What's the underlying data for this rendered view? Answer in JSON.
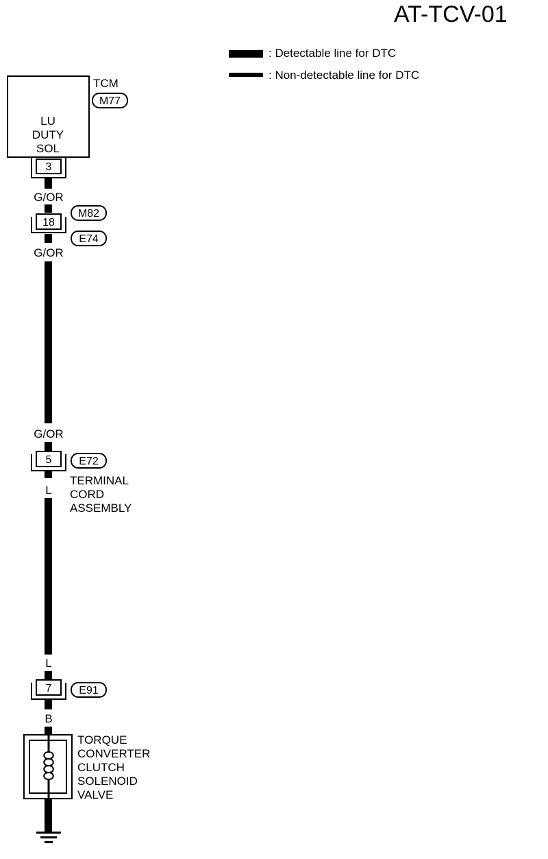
{
  "title": "AT-TCV-01",
  "legend": {
    "detectable": ": Detectable line for DTC",
    "non_detectable": ": Non-detectable line for DTC"
  },
  "tcm": {
    "name": "TCM",
    "connector": "M77",
    "terminal_label": [
      "LU",
      "DUTY",
      "SOL"
    ],
    "pin": "3"
  },
  "wires": {
    "w1": "G/OR",
    "w2": "G/OR",
    "w3": "G/OR",
    "w4": "L",
    "w5": "L",
    "w6": "B"
  },
  "joint_connector": {
    "pin": "18",
    "connector_top": "M82",
    "connector_bottom": "E74"
  },
  "terminal_cord": {
    "pin": "5",
    "connector": "E72",
    "label": [
      "TERMINAL",
      "CORD",
      "ASSEMBLY"
    ]
  },
  "solenoid_connector": {
    "pin": "7",
    "connector": "E91"
  },
  "solenoid": {
    "label": [
      "TORQUE",
      "CONVERTER",
      "CLUTCH",
      "SOLENOID",
      "VALVE"
    ]
  },
  "ground": "ground-symbol"
}
